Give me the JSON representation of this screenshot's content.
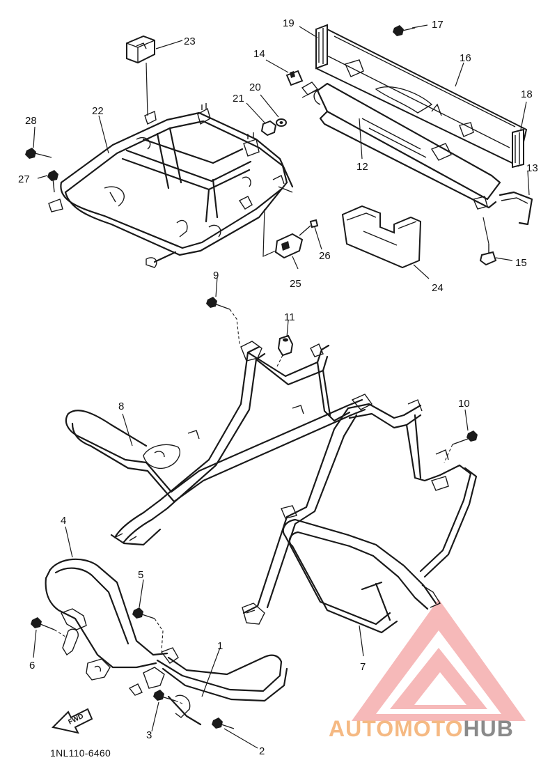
{
  "callouts": [
    {
      "id": "1",
      "text": "1"
    },
    {
      "id": "2",
      "text": "2"
    },
    {
      "id": "3",
      "text": "3"
    },
    {
      "id": "4",
      "text": "4"
    },
    {
      "id": "5",
      "text": "5"
    },
    {
      "id": "6",
      "text": "6"
    },
    {
      "id": "7",
      "text": "7"
    },
    {
      "id": "8",
      "text": "8"
    },
    {
      "id": "9",
      "text": "9"
    },
    {
      "id": "10",
      "text": "10"
    },
    {
      "id": "11",
      "text": "11"
    },
    {
      "id": "12",
      "text": "12"
    },
    {
      "id": "13",
      "text": "13"
    },
    {
      "id": "14",
      "text": "14"
    },
    {
      "id": "15",
      "text": "15"
    },
    {
      "id": "16",
      "text": "16"
    },
    {
      "id": "17",
      "text": "17"
    },
    {
      "id": "18",
      "text": "18"
    },
    {
      "id": "19",
      "text": "19"
    },
    {
      "id": "20",
      "text": "20"
    },
    {
      "id": "21",
      "text": "21"
    },
    {
      "id": "22",
      "text": "22"
    },
    {
      "id": "23",
      "text": "23"
    },
    {
      "id": "24",
      "text": "24"
    },
    {
      "id": "25",
      "text": "25"
    },
    {
      "id": "26",
      "text": "26"
    },
    {
      "id": "27",
      "text": "27"
    },
    {
      "id": "28",
      "text": "28"
    }
  ],
  "forward_arrow": "FWD",
  "diagram_code": "1NL110-6460",
  "watermark": {
    "part_a": "AUTOMOTO",
    "part_b": "HUB",
    "color_a": "#f5b983",
    "color_b": "#8a8a8a",
    "logo_color": "#f08080"
  }
}
